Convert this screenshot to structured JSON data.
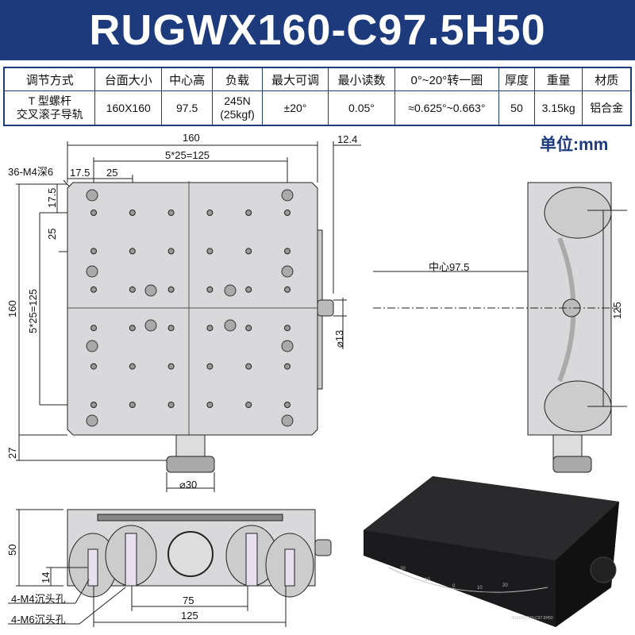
{
  "title": "RUGWX160-C97.5H50",
  "spec_table": {
    "headers": [
      "调节方式",
      "台面大小",
      "中心高",
      "负载",
      "最大可调",
      "最小读数",
      "0°~20°转一圈",
      "厚度",
      "重量",
      "材质"
    ],
    "values": [
      [
        "T 型螺杆",
        "交叉滚子导轨"
      ],
      [
        "160X160"
      ],
      [
        "97.5"
      ],
      [
        "245N",
        "(25kgf)"
      ],
      [
        "±20°"
      ],
      [
        "0.05°"
      ],
      [
        "≈0.625°~0.663°"
      ],
      [
        "50"
      ],
      [
        "3.15kg"
      ],
      [
        "铝合金"
      ]
    ]
  },
  "unit_label": "单位:mm",
  "top_view": {
    "width": "160",
    "pitch_h": "5*25=125",
    "offset_right": "12.4",
    "hole_note": "36-M4深6",
    "edge_x": "17.5",
    "step_x": "25",
    "edge_y": "17.5",
    "step_y": "25",
    "height": "160",
    "pitch_v": "5*25=125",
    "stem": "27",
    "knob_dia": "⌀13",
    "stem_dia": "⌀30"
  },
  "side_view": {
    "center_height": "中心97.5",
    "rail_span": "125"
  },
  "front_view": {
    "height": "50",
    "counterbore": "14",
    "m4_note": "4-M4沉头孔",
    "m6_note": "4-M6沉头孔",
    "inner_span": "75",
    "outer_span": "125"
  },
  "photo": {
    "model_engraving": "RUGWX160-C97.5H50",
    "scale_marks": [
      "20",
      "10",
      "0",
      "10",
      "20"
    ]
  },
  "colors": {
    "brand": "#1d3b7c",
    "plate": "#d9d9db",
    "product": "#1b1b1d"
  }
}
